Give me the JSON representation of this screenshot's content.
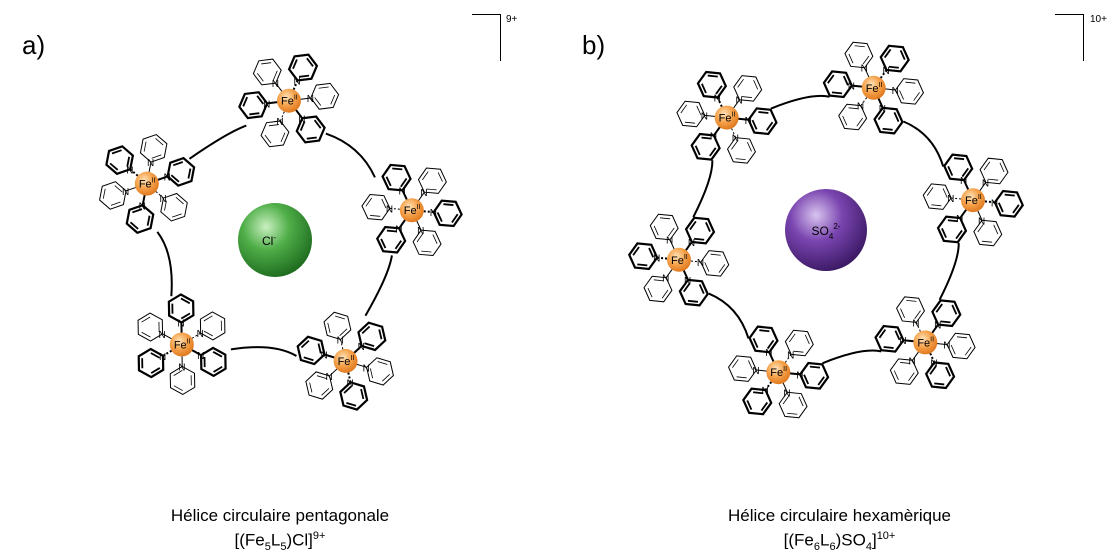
{
  "panel_a": {
    "label": "a)",
    "charge": "9+",
    "anion": "Cl",
    "anion_charge": "-",
    "metal": "Fe",
    "metal_ox": "II",
    "atom_n": "N",
    "caption": "Hélice circulaire pentagonale",
    "formula": {
      "open": "[(Fe",
      "s1": "5",
      "mid": "L",
      "s2": "5",
      "rest": ")Cl]",
      "sup": "9+"
    },
    "colors": {
      "metal": "#f5a14a",
      "anion": "#3c9a3c"
    }
  },
  "panel_b": {
    "label": "b)",
    "charge": "10+",
    "anion": "SO",
    "anion_sub": "4",
    "anion_charge": "2-",
    "metal": "Fe",
    "metal_ox": "II",
    "atom_n": "N",
    "caption": "Hélice circulaire hexamèrique",
    "formula": {
      "open": "[(Fe",
      "s1": "6",
      "mid": "L",
      "s2": "6",
      "rest": ")SO",
      "s3": "4",
      "close": "]",
      "sup": "10+"
    },
    "colors": {
      "metal": "#f5a14a",
      "anion": "#6a3a9a"
    }
  }
}
